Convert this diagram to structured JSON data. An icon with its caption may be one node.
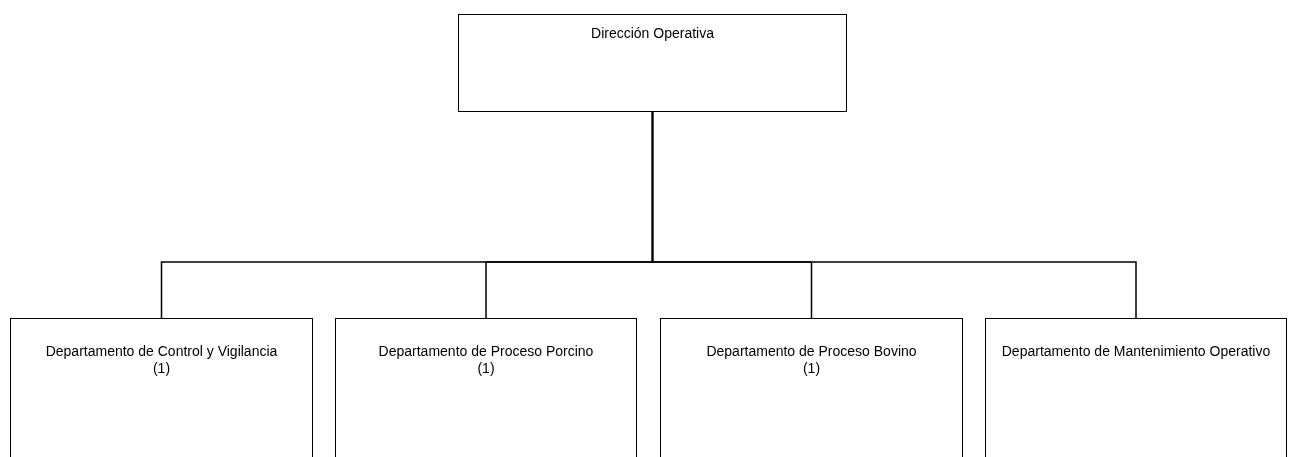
{
  "diagram": {
    "nodes": [
      {
        "text": [
          "Dirección Operativa"
        ]
      },
      {
        "text": [
          "Departamento de Control y Vigilancia",
          "(1)"
        ]
      },
      {
        "text": [
          "Departamento de Proceso Porcino",
          "(1)"
        ]
      },
      {
        "text": [
          "Departamento de Proceso Bovino",
          "(1)"
        ]
      },
      {
        "text": [
          "Departamento de Mantenimiento Operativo"
        ]
      }
    ],
    "edges": [
      {
        "from": 0,
        "to": 1,
        "arrow": "none"
      },
      {
        "from": 0,
        "to": 2,
        "arrow": "none"
      },
      {
        "from": 0,
        "to": 3,
        "arrow": "none"
      },
      {
        "from": 0,
        "to": 4,
        "arrow": "none"
      }
    ]
  }
}
